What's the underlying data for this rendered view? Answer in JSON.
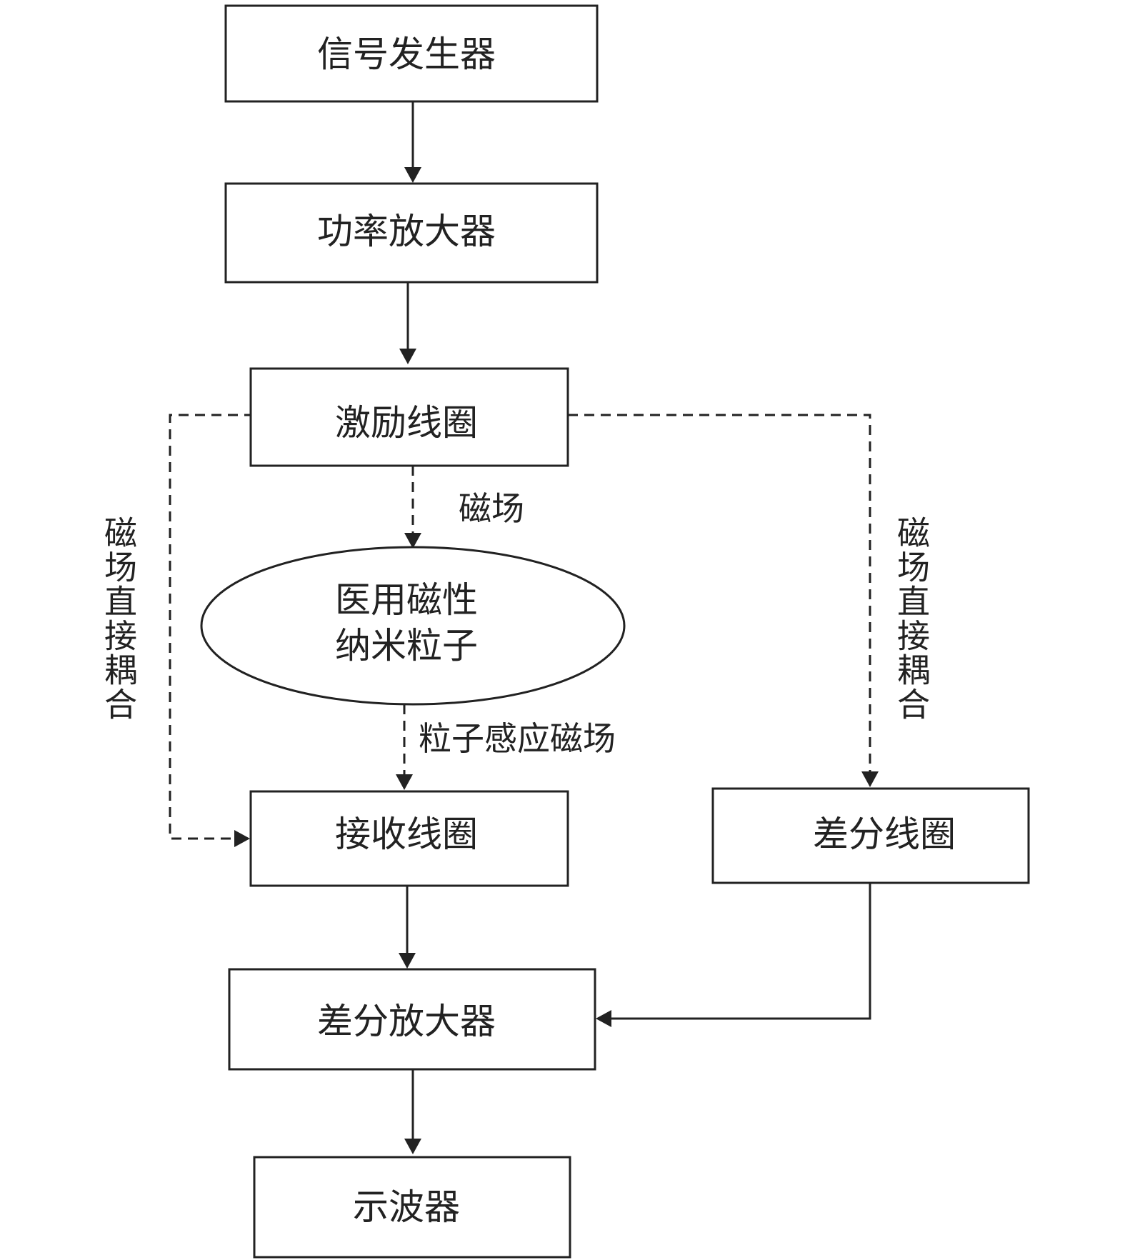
{
  "nodes": {
    "signal_generator": "信号发生器",
    "power_amplifier": "功率放大器",
    "excitation_coil": "激励线圈",
    "nanoparticles_line1": "医用磁性",
    "nanoparticles_line2": "纳米粒子",
    "receiving_coil": "接收线圈",
    "differential_coil": "差分线圈",
    "differential_amplifier": "差分放大器",
    "oscilloscope": "示波器"
  },
  "edge_labels": {
    "magnetic_field": "磁场",
    "particle_induced_field": "粒子感应磁场",
    "direct_coupling_left": "磁场直接耦合",
    "direct_coupling_right": "磁场直接耦合"
  },
  "colors": {
    "stroke": "#222222",
    "background": "#ffffff"
  }
}
